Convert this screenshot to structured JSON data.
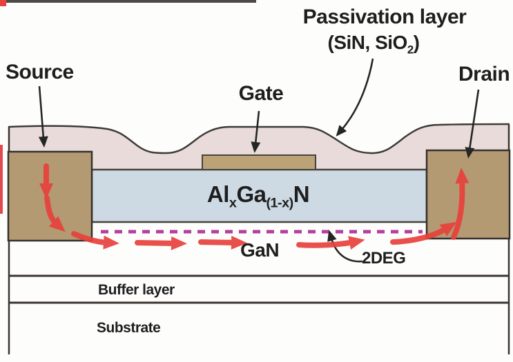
{
  "electrodes": {
    "source": "Source",
    "gate": "Gate",
    "drain": "Drain"
  },
  "passivation": {
    "title": "Passivation layer",
    "materials_pre": "(SiN, SiO",
    "materials_sub": "2",
    "materials_post": ")"
  },
  "barrier_formula": {
    "seg1": "Al",
    "sub1": "x",
    "seg2": "Ga",
    "sub2": "(1-x)",
    "seg3": "N"
  },
  "channel_label": "GaN",
  "twodeg_label": "2DEG",
  "buffer_label": "Buffer layer",
  "substrate_label": "Substrate",
  "colors": {
    "passivation_fill": "#e9dbda",
    "contact_fill": "#b49a72",
    "gate_fill": "#bca377",
    "barrier_fill": "#cdd9e3",
    "twodeg_dash": "#b43f9f",
    "flow_arrow_red": "#e8423c",
    "outline_dark": "#3a3531"
  }
}
